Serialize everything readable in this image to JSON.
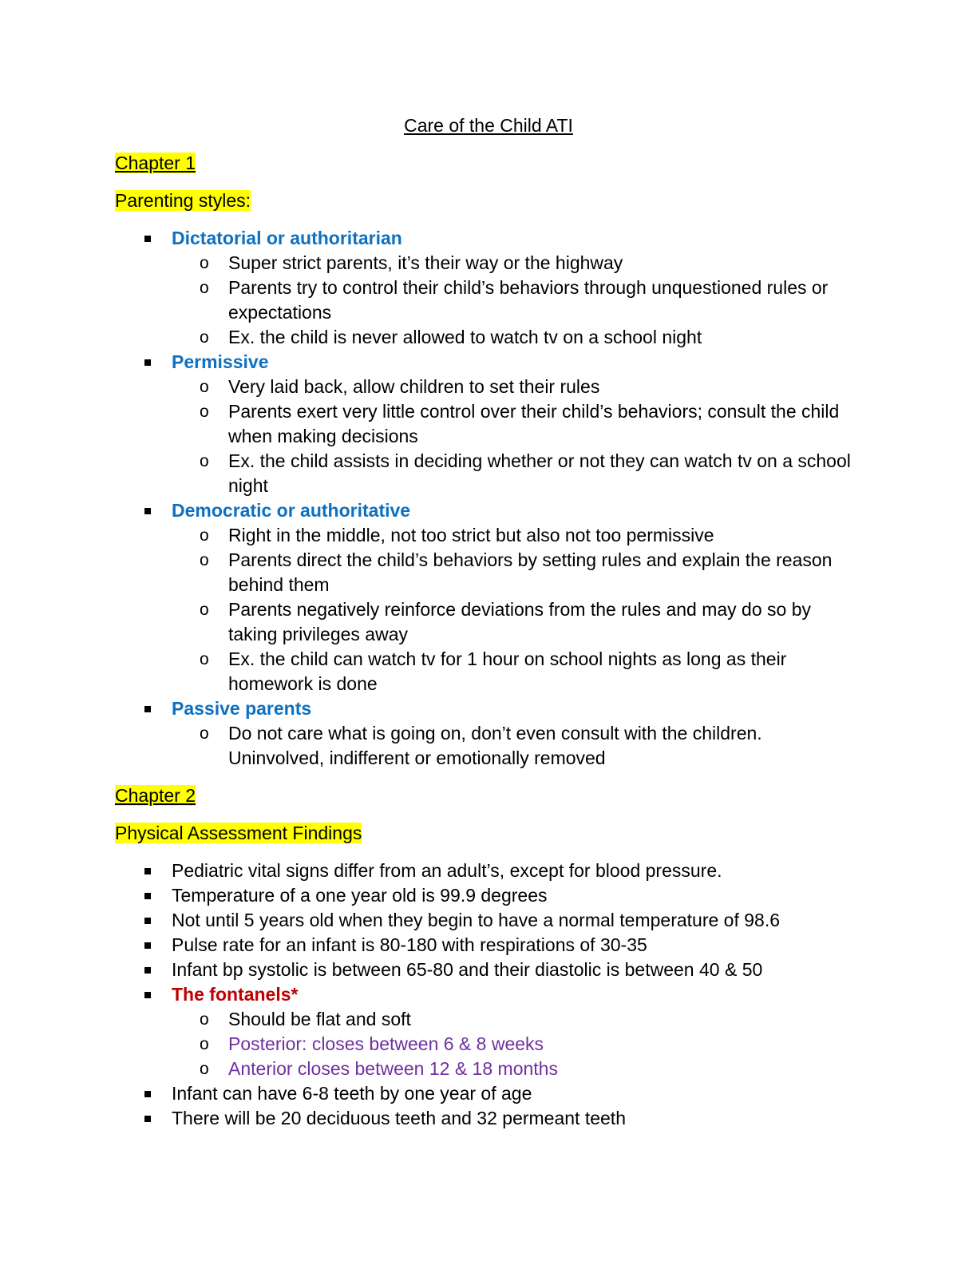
{
  "title": "Care of the Child ATI",
  "chapter1": {
    "heading": "Chapter 1",
    "subheading": "Parenting styles:",
    "styles": [
      {
        "name": "Dictatorial or authoritarian",
        "points": [
          "Super strict parents, it’s their way or the highway",
          "Parents try to control their child’s behaviors through unquestioned rules or expectations",
          "Ex. the child is never allowed to watch tv on a school night"
        ]
      },
      {
        "name": "Permissive",
        "points": [
          "Very laid back, allow children to set their rules",
          "Parents exert very little control over their child’s behaviors; consult the child when making decisions",
          "Ex. the child assists in deciding whether or not they can watch tv on a school night"
        ]
      },
      {
        "name": "Democratic or authoritative",
        "points": [
          "Right in the middle, not too strict but also not too permissive",
          "Parents direct the child’s behaviors by setting rules and explain the reason behind them",
          "Parents negatively reinforce deviations from the rules and may do so by taking privileges away",
          "Ex. the child can watch tv for 1 hour on school nights as long as their homework is done"
        ]
      },
      {
        "name": "Passive parents",
        "points": [
          "Do not care what is going on, don’t even consult with the children. Uninvolved, indifferent or emotionally removed"
        ]
      }
    ]
  },
  "chapter2": {
    "heading": "Chapter 2",
    "subheading": "Physical Assessment Findings",
    "items": [
      "Pediatric vital signs differ from an adult’s, except for blood pressure.",
      "Temperature of a one year old is 99.9 degrees",
      "Not until 5 years old when they begin to have a normal temperature of 98.6",
      "Pulse rate for an infant is 80-180 with respirations of 30-35",
      "Infant bp systolic is between 65-80 and their diastolic is between 40 & 50"
    ],
    "fontanels": {
      "heading": "The fontanels*",
      "points": [
        "Should be flat and soft",
        "Posterior: closes between 6 & 8 weeks",
        "Anterior closes between 12 & 18 months"
      ]
    },
    "items_after": [
      "Infant can have 6-8 teeth by one year of age",
      "There will be 20 deciduous teeth and 32 permeant teeth"
    ]
  },
  "colors": {
    "highlight": "#ffff00",
    "heading_blue": "#0e70c0",
    "heading_red": "#c00000",
    "purple_text": "#7030a0"
  }
}
